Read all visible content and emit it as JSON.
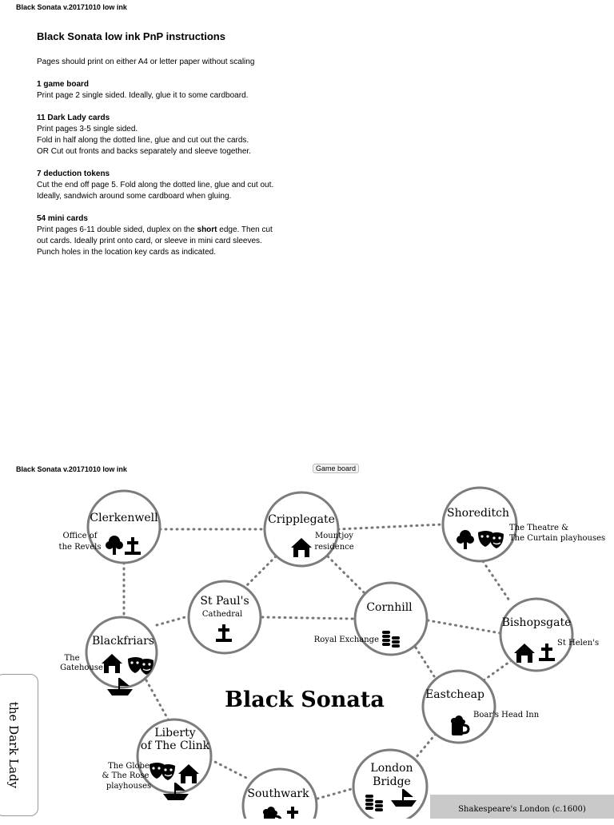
{
  "header_top": "Black Sonata   v.20171010 low ink",
  "header_mid": "Black Sonata   v.20171010 low ink",
  "title": "Black Sonata low ink PnP instructions",
  "intro": "Pages should print on either A4 or letter paper without scaling",
  "sections": [
    {
      "heading": "1 game board",
      "lines": [
        "Print page 2 single sided. Ideally, glue it to some cardboard."
      ]
    },
    {
      "heading": "11 Dark Lady cards",
      "lines": [
        "Print pages 3-5 single sided.",
        "Fold in half along the dotted line, glue and cut out the cards.",
        "OR Cut out fronts and backs separately and sleeve together."
      ]
    },
    {
      "heading": "7 deduction tokens",
      "lines": [
        "Cut the end off page 5. Fold along the dotted line, glue and cut out.",
        "Ideally, sandwich around some cardboard when gluing."
      ]
    }
  ],
  "minicards": {
    "heading": "54 mini cards",
    "line1_pre": "Print pages 6-11 double sided, duplex on the ",
    "line1_bold": "short",
    "line1_post": " edge. Then cut",
    "line2": "out cards. Ideally print onto card, or sleeve in mini card sleeves.",
    "line3": "Punch holes in the location key cards as indicated."
  },
  "game_board_label": "Game board",
  "board": {
    "title": "Black Sonata",
    "side_tab": "the Dark Lady",
    "footer": "Shakespeare's London (c.1600)",
    "locations": {
      "clerkenwell": "Clerkenwell",
      "cripplegate": "Cripplegate",
      "shoreditch": "Shoreditch",
      "st_pauls": "St Paul's",
      "st_pauls_sub": "Cathedral",
      "cornhill": "Cornhill",
      "bishopsgate": "Bishopsgate",
      "blackfriars": "Blackfriars",
      "eastcheap": "Eastcheap",
      "liberty_1": "Liberty",
      "liberty_2": "of The Clink",
      "southwark": "Southwark",
      "london_bridge_1": "London",
      "london_bridge_2": "Bridge"
    },
    "landmarks": {
      "office_revels_1": "Office of",
      "office_revels_2": "the Revels",
      "mountjoy_1": "Mountjoy",
      "mountjoy_2": "residence",
      "theatre_1": "The Theatre &",
      "theatre_2": "The Curtain playhouses",
      "royal_exchange": "Royal Exchange",
      "st_helens": "St Helen's",
      "gatehouse_1": "The",
      "gatehouse_2": "Gatehouse",
      "boars_head": "Boar's Head Inn",
      "globe_1": "The Globe",
      "globe_2": "& The Rose",
      "globe_3": "playhouses"
    }
  }
}
